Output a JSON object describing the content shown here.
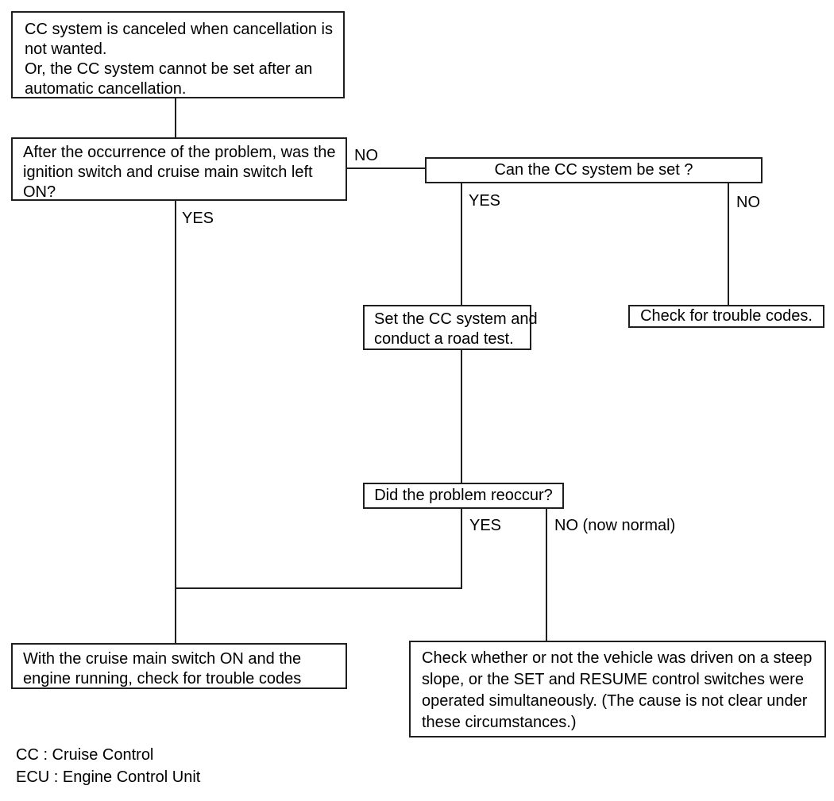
{
  "diagram": {
    "boxes": {
      "symptom": "CC system is canceled when cancellation is\nnot wanted.\nOr, the CC system cannot be set after an\nautomatic cancellation.",
      "ignition_question": "After the occurrence of the problem, was the\nignition switch and cruise main switch left\nON?",
      "can_set_question": "Can the CC system be set ?",
      "road_test": "Set the CC system and\nconduct a road test.",
      "check_trouble_codes": "Check for trouble codes.",
      "reoccur_question": "Did the problem reoccur?",
      "check_codes_main": "With the cruise main switch ON and the\nengine running, check for trouble codes",
      "steep_slope": "Check whether or not the vehicle was driven on a steep\nslope, or the SET and RESUME control switches were\noperated simultaneously. (The cause is not clear under\nthese circumstances.)"
    },
    "labels": {
      "ignition_no": "NO",
      "ignition_yes": "YES",
      "can_set_yes": "YES",
      "can_set_no": "NO",
      "reoccur_yes": "YES",
      "reoccur_no": "NO (now normal)"
    },
    "legend": {
      "cc": "CC : Cruise Control",
      "ecu": "ECU : Engine Control Unit"
    },
    "colors": {
      "line": "#1f1f1f",
      "text": "#000000",
      "background": "#ffffff"
    }
  }
}
